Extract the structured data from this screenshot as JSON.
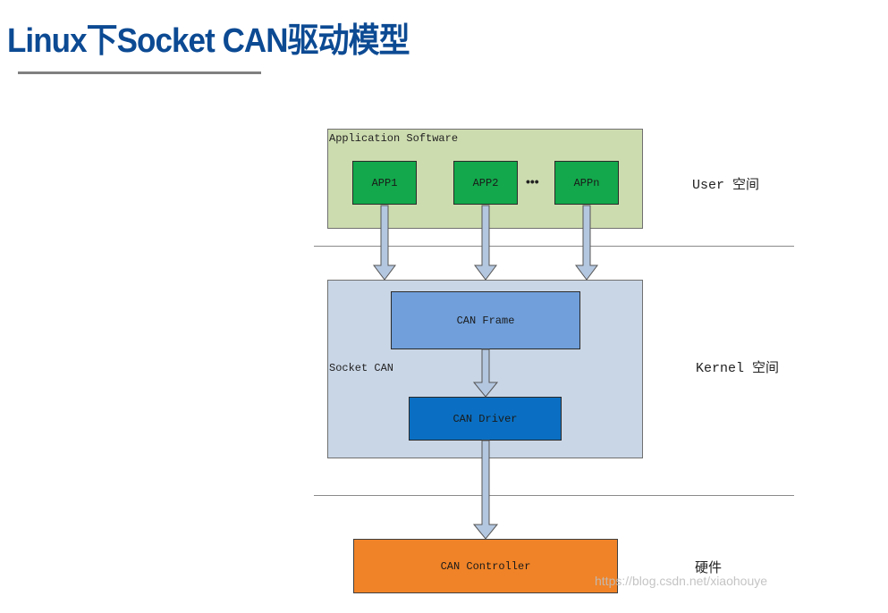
{
  "title": "Linux下Socket CAN驱动模型",
  "diagram": {
    "application_software": {
      "label": "Application Software",
      "apps": [
        "APP1",
        "APP2",
        "APPn"
      ],
      "ellipsis": "•••"
    },
    "socket_can": {
      "label": "Socket CAN",
      "can_frame": "CAN Frame",
      "can_driver": "CAN Driver"
    },
    "hardware": {
      "can_controller": "CAN Controller"
    },
    "layers": {
      "user": "User 空间",
      "kernel": "Kernel 空间",
      "hardware": "硬件"
    },
    "colors": {
      "title": "#0c4a93",
      "application_bg": "#cddcaf",
      "app_box": "#12a84b",
      "socket_bg": "#c9d6e6",
      "can_frame": "#709fdb",
      "can_driver": "#0a6fc2",
      "can_controller": "#f08327",
      "arrow_fill": "#b4c7e0"
    }
  },
  "watermark": "https://blog.csdn.net/xiaohouye"
}
